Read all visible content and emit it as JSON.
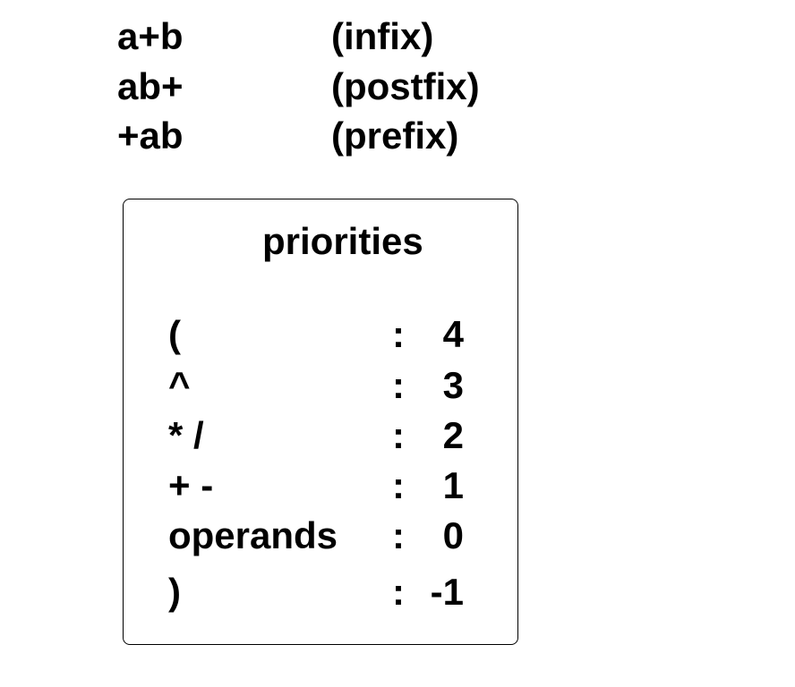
{
  "notations": [
    {
      "expression": "a+b",
      "kind": "(infix)"
    },
    {
      "expression": "ab+",
      "kind": "(postfix)"
    },
    {
      "expression": "+ab",
      "kind": "(prefix)"
    }
  ],
  "priorities": {
    "title": "priorities",
    "rows": [
      {
        "operator": "(",
        "separator": ":",
        "value": "4"
      },
      {
        "operator": "^",
        "separator": ":",
        "value": "3"
      },
      {
        "operator": "* /",
        "separator": ":",
        "value": "2"
      },
      {
        "operator": "+ -",
        "separator": ":",
        "value": "1"
      },
      {
        "operator": "operands",
        "separator": ":",
        "value": "0"
      },
      {
        "operator": ")",
        "separator": ":",
        "value": "-1"
      }
    ]
  }
}
